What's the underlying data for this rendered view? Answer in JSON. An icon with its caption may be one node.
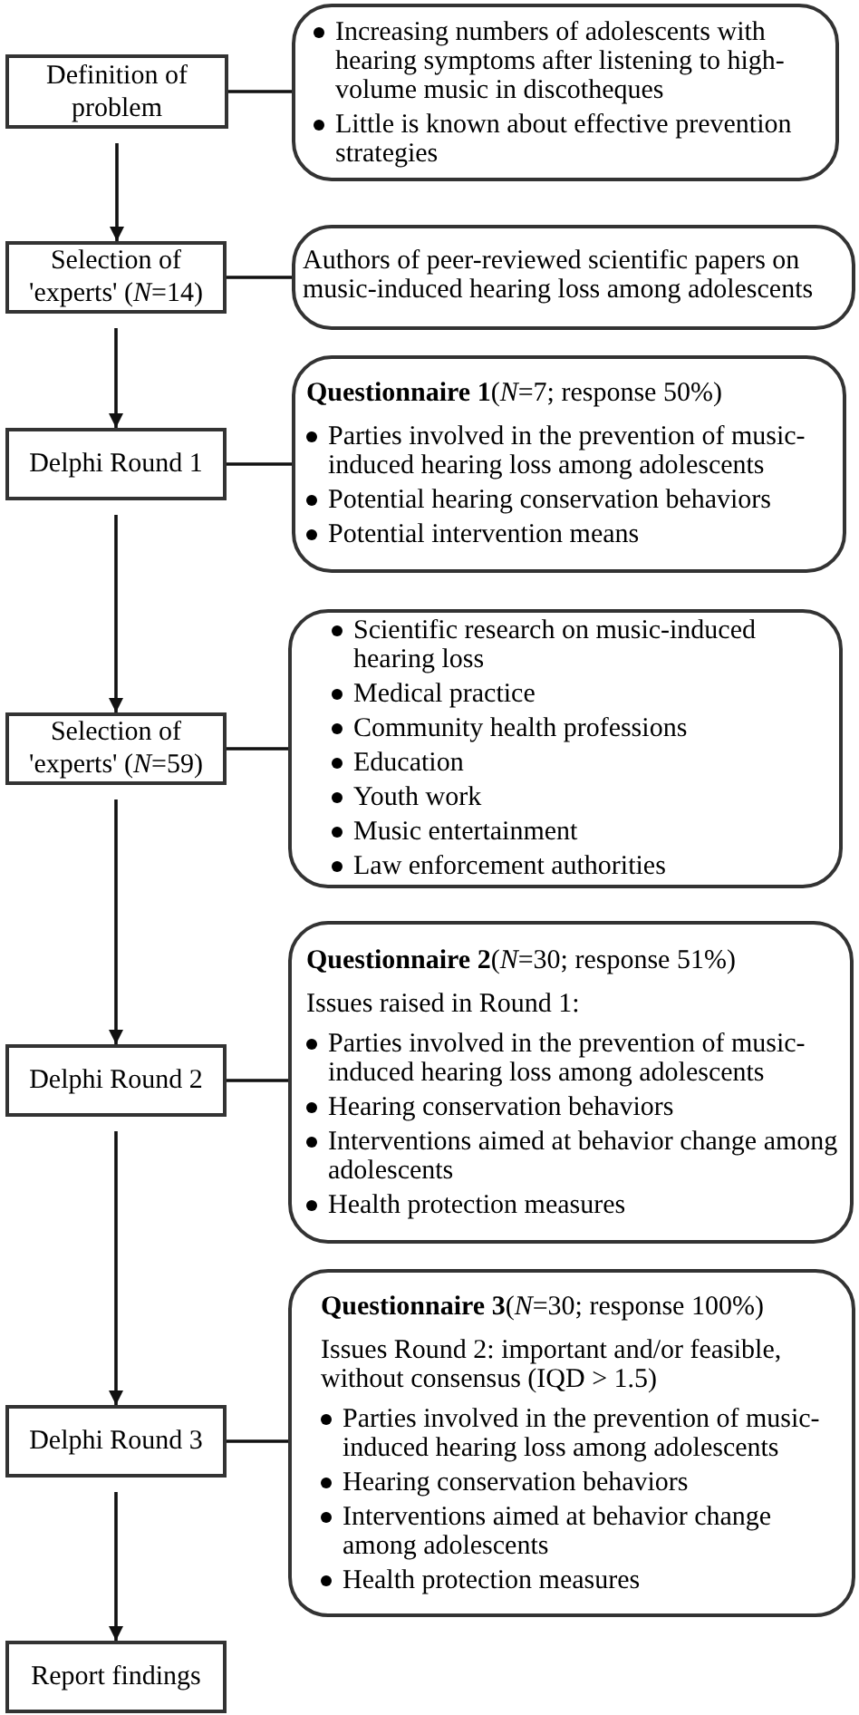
{
  "diagram": {
    "nodes": [
      {
        "text": [
          "Definition of problem"
        ]
      },
      {
        "text": [
          "Increasing numbers of adolescents with hearing symptoms after listening to high-volume music in discotheques",
          "Little is known about effective prevention strategies"
        ]
      },
      {
        "text": [
          "Selection of 'experts' (*N*=14)"
        ]
      },
      {
        "text": [
          "Authors of peer-reviewed scientific papers on music-induced hearing loss among adolescents"
        ]
      },
      {
        "text": [
          "Delphi Round 1"
        ]
      },
      {
        "text": [
          "**Questionnaire 1**(*N*=7; response 50%)",
          "Parties involved in the prevention of music-induced hearing loss among adolescents",
          "Potential hearing conservation behaviors",
          "Potential intervention means"
        ]
      },
      {
        "text": [
          "Selection of 'experts' (*N*=59)"
        ]
      },
      {
        "text": [
          "Scientific research on music-induced hearing loss",
          "Medical practice",
          "Community health professions",
          "Education",
          "Youth work",
          "Music entertainment",
          "Law enforcement authorities"
        ]
      },
      {
        "text": [
          "Delphi Round 2"
        ]
      },
      {
        "text": [
          "**Questionnaire 2**(*N*=30; response 51%)",
          "Issues raised in Round 1:",
          "Parties involved in the prevention of music-induced hearing loss among adolescents",
          "Hearing conservation behaviors",
          "Interventions aimed at behavior change among adolescents",
          "Health protection measures"
        ]
      },
      {
        "text": [
          "Delphi Round 3"
        ]
      },
      {
        "text": [
          "**Questionnaire 3**(*N*=30; response 100%)",
          "Issues Round 2: important and/or feasible, without consensus (IQD > 1.5)",
          "Parties involved in the prevention of music-induced hearing loss among adolescents",
          "Hearing conservation behaviors",
          "Interventions aimed at behavior change among adolescents",
          "Health protection measures"
        ]
      },
      {
        "text": [
          "Report findings"
        ]
      }
    ],
    "edges": [
      {
        "from": 0,
        "to": 2,
        "arrow": "to"
      },
      {
        "from": 2,
        "to": 4,
        "arrow": "to"
      },
      {
        "from": 4,
        "to": 6,
        "arrow": "to"
      },
      {
        "from": 6,
        "to": 8,
        "arrow": "to"
      },
      {
        "from": 8,
        "to": 10,
        "arrow": "to"
      },
      {
        "from": 10,
        "to": 12,
        "arrow": "to"
      },
      {
        "from": 0,
        "to": 1,
        "arrow": "none"
      },
      {
        "from": 2,
        "to": 3,
        "arrow": "none"
      },
      {
        "from": 4,
        "to": 5,
        "arrow": "none"
      },
      {
        "from": 6,
        "to": 7,
        "arrow": "none"
      },
      {
        "from": 8,
        "to": 9,
        "arrow": "none"
      },
      {
        "from": 10,
        "to": 11,
        "arrow": "none"
      }
    ]
  }
}
